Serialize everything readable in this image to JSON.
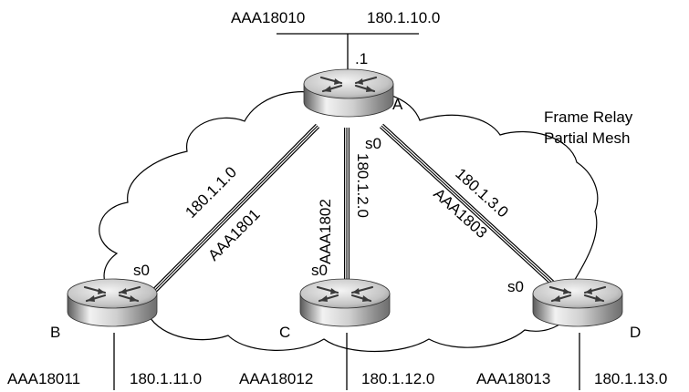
{
  "top_segment": {
    "name": "AAA18010",
    "network": "180.1.10.0",
    "host": ".1"
  },
  "cloud_label": {
    "line1": "Frame Relay",
    "line2": "Partial Mesh"
  },
  "routers": {
    "A": {
      "label": "A"
    },
    "B": {
      "label": "B"
    },
    "C": {
      "label": "C"
    },
    "D": {
      "label": "D"
    }
  },
  "interfaces": {
    "a_s0": "s0",
    "b_s0": "s0",
    "c_s0": "s0",
    "d_s0": "s0"
  },
  "links": {
    "ab": {
      "network": "180.1.1.0",
      "dlci": "AAA1801"
    },
    "ac": {
      "network": "180.1.2.0",
      "dlci": "AAA1802"
    },
    "ad": {
      "network": "180.1.3.0",
      "dlci": "AAA1803"
    }
  },
  "bottom_segments": {
    "b": {
      "name": "AAA18011",
      "network": "180.1.11.0"
    },
    "c": {
      "name": "AAA18012",
      "network": "180.1.12.0"
    },
    "d": {
      "name": "AAA18013",
      "network": "180.1.13.0"
    }
  }
}
